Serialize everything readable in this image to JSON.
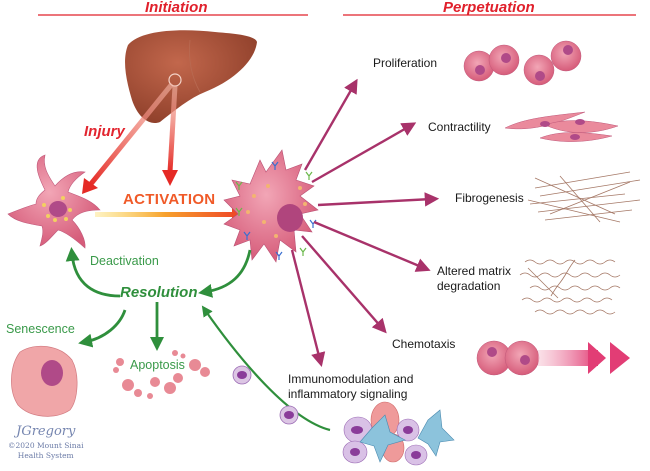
{
  "headers": {
    "initiation": "Initiation",
    "perpetuation": "Perpetuation"
  },
  "labels": {
    "injury": "Injury",
    "activation": "ACTIVATION",
    "deactivation": "Deactivation",
    "resolution": "Resolution",
    "senescence": "Senescence",
    "apoptosis": "Apoptosis",
    "proliferation": "Proliferation",
    "contractility": "Contractility",
    "fibrogenesis": "Fibrogenesis",
    "altered_matrix_line1": "Altered matrix",
    "altered_matrix_line2": "degradation",
    "chemotaxis": "Chemotaxis",
    "immuno_line1": "Immunomodulation and",
    "immuno_line2": "inflammatory signaling"
  },
  "credit": {
    "signature": "JGregory",
    "line1": "©2020 Mount Sinai",
    "line2": "Health System"
  },
  "colors": {
    "header_red": "#e0202b",
    "activation_orange": "#f05a28",
    "resolution_green": "#2f8f3c",
    "perpetuation_magenta": "#a8326a",
    "cell_pink": "#e07a90",
    "liver_brown": "#9c4a32"
  }
}
